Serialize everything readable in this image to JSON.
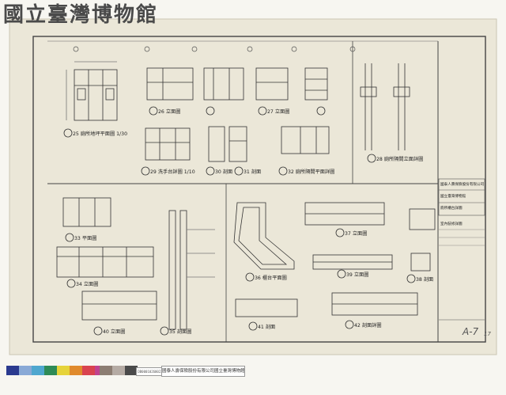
{
  "museum": {
    "logo_text": "國立臺灣博物館"
  },
  "sheet": {
    "number": "A-7",
    "subnumber": "17"
  },
  "footer": {
    "barcode_text": "DB00010260022",
    "credit": "國泰人壽保險股份有限公司國立臺灣博物館建工程"
  },
  "color_chart": {
    "colors": [
      "#2b3a8f",
      "#89a9d6",
      "#4fa7cf",
      "#2e8b57",
      "#e6d33a",
      "#e08a2c",
      "#d9434f",
      "#c0428f",
      "#7a4a2a"
    ],
    "grays": [
      "#8c7d72",
      "#b5aba4",
      "#4a4a4a"
    ]
  },
  "drawing_labels": [
    {
      "id": "d1",
      "text": "25 廁所地坪平面圖 1/30"
    },
    {
      "id": "d2",
      "text": "26 立面圖"
    },
    {
      "id": "d3",
      "text": "27 立面圖"
    },
    {
      "id": "d4",
      "text": "28 廁所隔間立面詳圖"
    },
    {
      "id": "d5",
      "text": "29 洗手台詳圖 1/10"
    },
    {
      "id": "d6",
      "text": "30 剖面"
    },
    {
      "id": "d7",
      "text": "31 剖面"
    },
    {
      "id": "d8",
      "text": "32 廁所隔間平面詳圖"
    },
    {
      "id": "d9",
      "text": "33 平面圖"
    },
    {
      "id": "d10",
      "text": "34 立面圖"
    },
    {
      "id": "d11",
      "text": "35 剖面圖"
    },
    {
      "id": "d12",
      "text": "36 櫃台平面圖"
    },
    {
      "id": "d13",
      "text": "37 立面圖"
    },
    {
      "id": "d14",
      "text": "38 剖面"
    },
    {
      "id": "d15",
      "text": "39 立面圖"
    },
    {
      "id": "d16",
      "text": "40 立面圖"
    },
    {
      "id": "d17",
      "text": "41 剖面"
    },
    {
      "id": "d18",
      "text": "42 剖面詳圖"
    }
  ],
  "title_block": {
    "client": "國泰人壽保險股份有限公司",
    "project": "國立臺灣博物館",
    "drawing_title": "廁所櫃台詳圖",
    "note": "室內裝修詳圖"
  }
}
